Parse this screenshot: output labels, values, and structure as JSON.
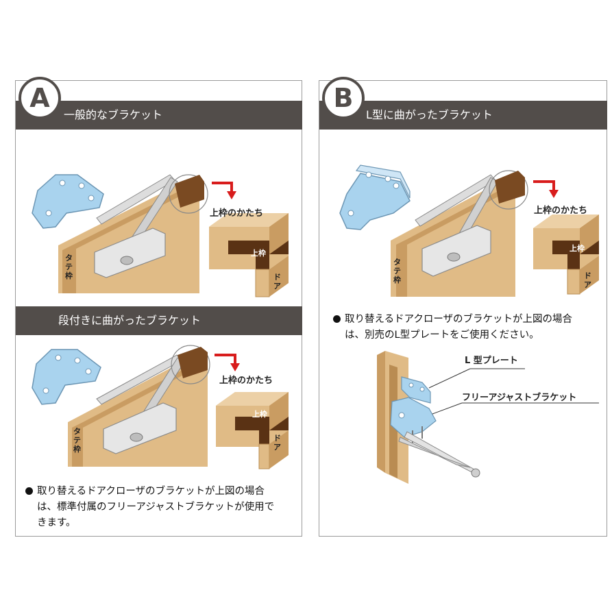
{
  "panel_a": {
    "badge": "A",
    "header1": "一般的なブラケット",
    "header2": "段付きに曲がったブラケット",
    "frame_label": "上枠のかたち",
    "top_frame": "上枠",
    "door": "ドア",
    "side_frame": "タテ枠",
    "note_line1": "取り替えるドアクローザのブラケットが上図の場合",
    "note_line2": "は、標準付属のフリーアジャストブラケットが使用で",
    "note_line3": "きます。"
  },
  "panel_b": {
    "badge": "B",
    "header": "L型に曲がったブラケット",
    "frame_label": "上枠のかたち",
    "top_frame": "上枠",
    "door": "ドア",
    "side_frame": "タテ枠",
    "note_line1": "取り替えるドアクローザのブラケットが上図の場合",
    "note_line2": "は、別売のL型プレートをご使用ください。",
    "callout_plate": "L 型プレート",
    "callout_bracket": "フリーアジャストブラケット"
  },
  "colors": {
    "header_bar": "#524d4a",
    "wood": "#e0bb86",
    "wood_dark": "#b98c52",
    "frame_dark": "#5a3214",
    "bracket": "#a9d3ee",
    "arrow_red": "#d81c1c",
    "closer_silver": "#d9d9d9"
  }
}
